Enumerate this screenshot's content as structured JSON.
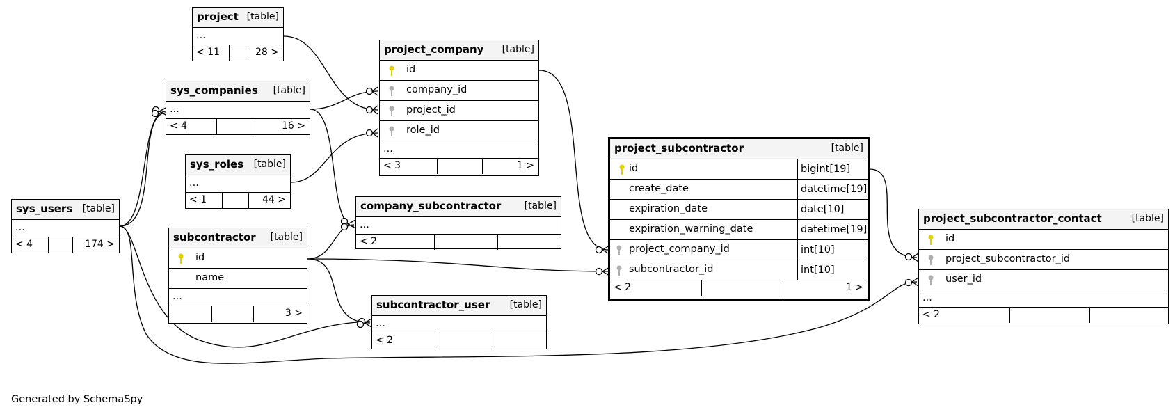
{
  "tables": {
    "project": {
      "name": "project",
      "type": "[table]",
      "foot_left": "< 11",
      "foot_right": "28 >"
    },
    "sys_companies": {
      "name": "sys_companies",
      "type": "[table]",
      "foot_left": "< 4",
      "foot_right": "16 >"
    },
    "sys_roles": {
      "name": "sys_roles",
      "type": "[table]",
      "foot_left": "< 1",
      "foot_right": "44 >"
    },
    "sys_users": {
      "name": "sys_users",
      "type": "[table]",
      "foot_left": "< 4",
      "foot_right": "174 >"
    },
    "subcontractor": {
      "name": "subcontractor",
      "type": "[table]",
      "col_id": "id",
      "col_name": "name",
      "foot_right": "3 >"
    },
    "project_company": {
      "name": "project_company",
      "type": "[table]",
      "col_id": "id",
      "col_company_id": "company_id",
      "col_project_id": "project_id",
      "col_role_id": "role_id",
      "foot_left": "< 3",
      "foot_right": "1 >"
    },
    "company_subcontractor": {
      "name": "company_subcontractor",
      "type": "[table]",
      "foot_left": "< 2"
    },
    "subcontractor_user": {
      "name": "subcontractor_user",
      "type": "[table]",
      "foot_left": "< 2"
    },
    "project_subcontractor": {
      "name": "project_subcontractor",
      "type": "[table]",
      "col_id": "id",
      "typ_id": "bigint[19]",
      "col_create_date": "create_date",
      "typ_create_date": "datetime[19]",
      "col_expiration_date": "expiration_date",
      "typ_expiration_date": "date[10]",
      "col_expiration_warning_date": "expiration_warning_date",
      "typ_expiration_warning_date": "datetime[19]",
      "col_project_company_id": "project_company_id",
      "typ_project_company_id": "int[10]",
      "col_subcontractor_id": "subcontractor_id",
      "typ_subcontractor_id": "int[10]",
      "foot_left": "< 2",
      "foot_right": "1 >"
    },
    "project_subcontractor_contact": {
      "name": "project_subcontractor_contact",
      "type": "[table]",
      "col_id": "id",
      "col_psid": "project_subcontractor_id",
      "col_user_id": "user_id",
      "foot_left": "< 2"
    }
  },
  "ellipsis": "...",
  "caption": "Generated by SchemaSpy",
  "colors": {
    "primary_key": "#e0d000",
    "foreign_key": "#b0b0b0",
    "header_bg": "#f4f4f4"
  }
}
